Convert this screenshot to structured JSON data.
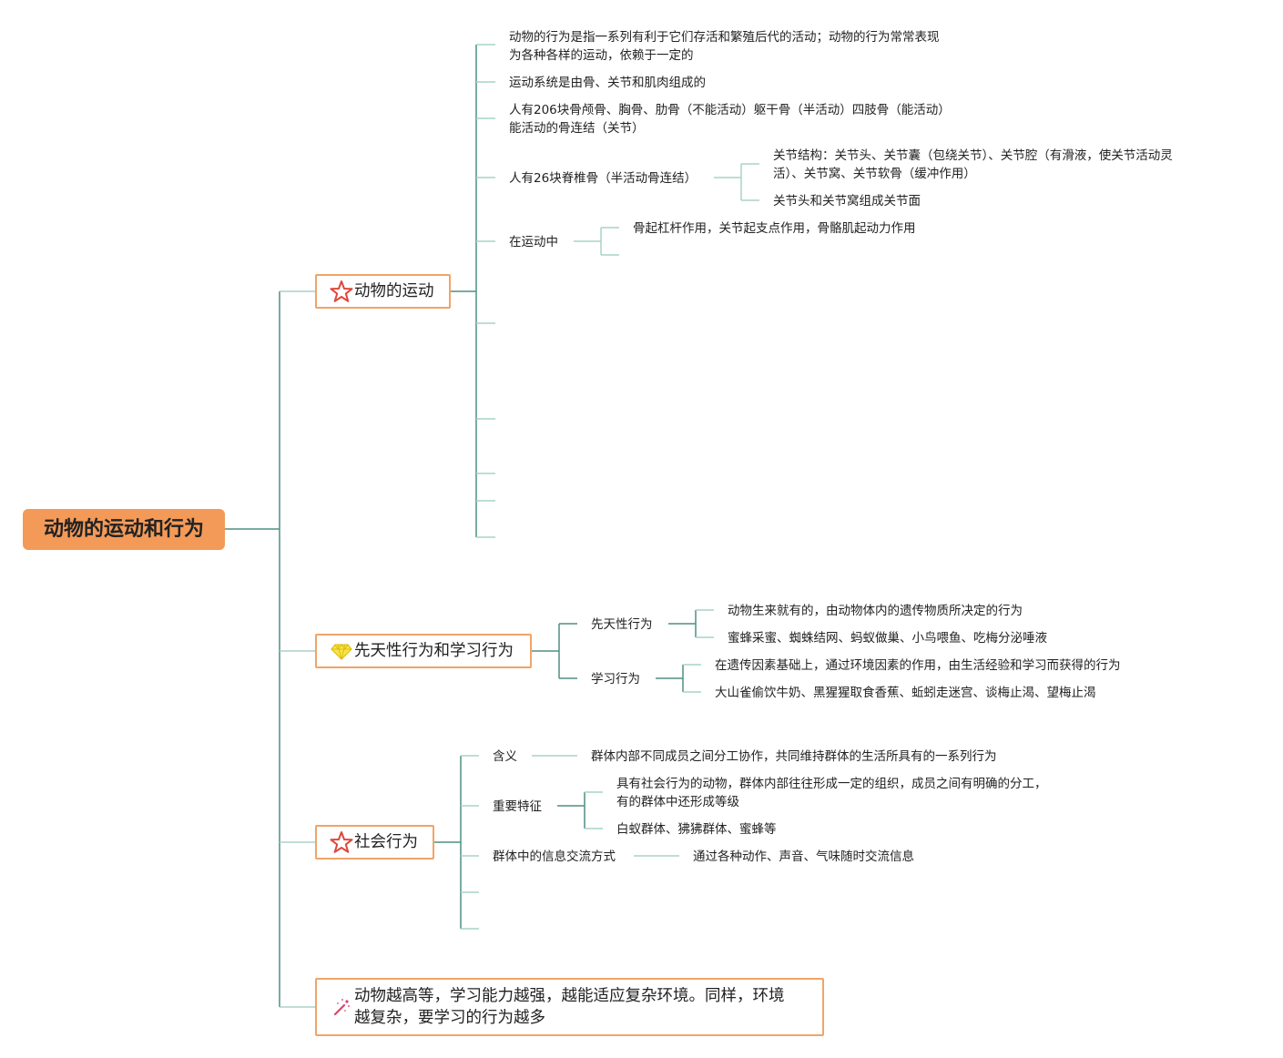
{
  "root": {
    "label": "动物的运动和行为"
  },
  "topics": {
    "movement": {
      "label": "动物的运动",
      "icon": "star-icon",
      "children": {
        "definition": {
          "line1": "动物的行为是指一系列有利于它们存活和繁殖后代的活动；动物的行为常常表现",
          "line2": "为各种各样的运动，依赖于一定的"
        },
        "system": "运动系统是由骨、关节和肌肉组成的",
        "bones": {
          "line1": "人有206块骨颅骨、胸骨、肋骨（不能活动）躯干骨（半活动）四肢骨（能活动）",
          "line2": "能活动的骨连结（关节）"
        },
        "vertebrae": {
          "label": "人有26块脊椎骨（半活动骨连结）",
          "structure": {
            "line1": "关节结构：关节头、关节囊（包绕关节）、关节腔（有滑液，使关节活动灵",
            "line2": "活）、关节窝、关节软骨（缓冲作用）"
          },
          "surface": "关节头和关节窝组成关节面"
        },
        "in_motion": {
          "label": "在运动中",
          "lever": "骨起杠杆作用，关节起支点作用，骨骼肌起动力作用"
        }
      }
    },
    "innate_learned": {
      "label": "先天性行为和学习行为",
      "icon": "diamond-icon",
      "innate": {
        "label": "先天性行为",
        "definition": "动物生来就有的，由动物体内的遗传物质所决定的行为",
        "examples": "蜜蜂采蜜、蜘蛛结网、蚂蚁做巢、小鸟喂鱼、吃梅分泌唾液"
      },
      "learned": {
        "label": "学习行为",
        "definition": "在遗传因素基础上，通过环境因素的作用，由生活经验和学习而获得的行为",
        "examples": "大山雀偷饮牛奶、黑猩猩取食香蕉、蚯蚓走迷宫、谈梅止渴、望梅止渴"
      }
    },
    "social": {
      "label": "社会行为",
      "icon": "star-icon",
      "meaning": {
        "label": "含义",
        "text": "群体内部不同成员之间分工协作，共同维持群体的生活所具有的一系列行为"
      },
      "features": {
        "label": "重要特征",
        "org": {
          "line1": "具有社会行为的动物，群体内部往往形成一定的组织，成员之间有明确的分工，",
          "line2": "有的群体中还形成等级"
        },
        "examples": "白蚁群体、狒狒群体、蜜蜂等"
      },
      "communication": {
        "label": "群体中的信息交流方式",
        "text": "通过各种动作、声音、气味随时交流信息"
      }
    },
    "summary": {
      "line1": "动物越高等，学习能力越强，越能适应复杂环境。同样，环境",
      "line2": "越复杂，要学习的行为越多",
      "icon": "magic-wand-icon"
    }
  },
  "colors": {
    "root_fill": "#f39a58",
    "topic_border": "#f0a468",
    "line_dark": "#4f8f82",
    "line_light": "#a9d3c7",
    "star": "#e0463a",
    "diamond": "#f1d51c",
    "wand": "#d8456b"
  }
}
